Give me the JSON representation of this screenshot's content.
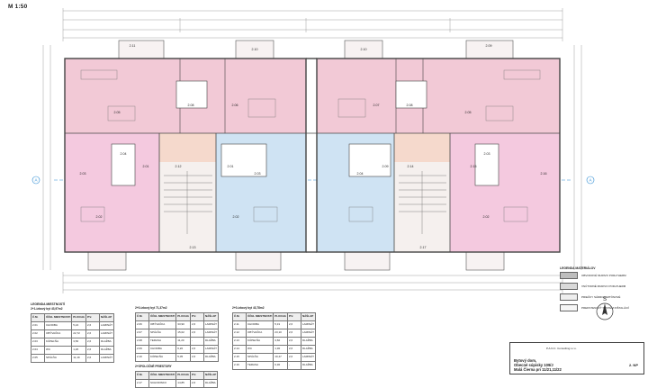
{
  "drawing": {
    "scale_label": "M 1:50",
    "room_tags": {
      "r211": "2.11",
      "r208a": "2.08",
      "r208b": "2.08",
      "r205a": "2.05",
      "r205b": "2.05",
      "r206": "2.06",
      "r207": "2.07",
      "r210a": "2.10",
      "r210b": "2.10",
      "r203a": "2.03",
      "r203b": "2.03",
      "r203c": "2.03",
      "r202a": "2.02",
      "r202b": "2.02",
      "r202c": "2.02",
      "r212": "2.12",
      "r213": "2.13",
      "r201a": "2.01",
      "r201b": "2.01",
      "r209a": "2.09",
      "r209b": "2.09",
      "r204a": "2.04",
      "r204b": "2.04",
      "r214": "2.14",
      "r215": "2.15",
      "r216": "2.16",
      "r217": "2.17"
    },
    "grid_marks": {
      "a_left": "A",
      "a_right": "A"
    },
    "north_label": "S",
    "colors": {
      "pink": "#f2c9d6",
      "blue": "#cfe3f3",
      "peach": "#f5d9cc",
      "wall": "#444444"
    }
  },
  "legend_rooms": {
    "title": "LEGENDA MIESTNOSTÍ",
    "t1": {
      "subtitle": "2+1-izbový byt 43,97m2",
      "head": [
        "Č.M.",
        "ÚČEL MIESTNOSTI",
        "PLOCHA",
        "P.V.",
        "NÁŠLAP"
      ],
      "rows": [
        [
          "2.01",
          "CHODBA",
          "5,24",
          "2,6",
          "LAMINÁT"
        ],
        [
          "2.02",
          "OBÝVAČKA",
          "22,72",
          "2,6",
          "LAMINÁT"
        ],
        [
          "2.03",
          "KÚPEĽŇA",
          "3,56",
          "2,6",
          "DLAŽBA"
        ],
        [
          "2.04",
          "WC",
          "1,26",
          "2,6",
          "DLAŽBA"
        ],
        [
          "2.05",
          "SPÁLŇA",
          "11,19",
          "2,6",
          "LAMINÁT"
        ]
      ]
    },
    "t2": {
      "subtitle": "2+0-izbový byt 71,37m2",
      "head": [
        "Č.M.",
        "ÚČEL MIESTNOSTI",
        "PLOCHA",
        "P.V.",
        "NÁŠLAP"
      ],
      "rows": [
        [
          "2.06",
          "OBÝVAČKA",
          "33,90",
          "2,6",
          "LAMINÁT"
        ],
        [
          "2.07",
          "SPÁLŇA",
          "15,02",
          "2,6",
          "LAMINÁT"
        ],
        [
          "2.08",
          "TERASA",
          "11,20",
          "-",
          "DLAŽBA"
        ],
        [
          "2.09",
          "CHODBA",
          "6,20",
          "2,6",
          "LAMINÁT"
        ],
        [
          "2.10",
          "KÚPEĽŇA",
          "5,05",
          "2,6",
          "DLAŽBA"
        ]
      ]
    },
    "t3": {
      "subtitle": "2+0-izbový byt 43,78m2",
      "head": [
        "Č.M.",
        "ÚČEL MIESTNOSTI",
        "PLOCHA",
        "P.V.",
        "NÁŠLAP"
      ],
      "rows": [
        [
          "2.11",
          "CHODBA",
          "5,31",
          "2,6",
          "LAMINÁT"
        ],
        [
          "2.12",
          "OBÝVAČKA",
          "23,10",
          "2,6",
          "LAMINÁT"
        ],
        [
          "2.13",
          "KÚPEĽŇA",
          "3,60",
          "2,6",
          "DLAŽBA"
        ],
        [
          "2.14",
          "WC",
          "1,30",
          "2,6",
          "DLAŽBA"
        ],
        [
          "2.15",
          "SPÁLŇA",
          "10,47",
          "2,6",
          "LAMINÁT"
        ],
        [
          "2.16",
          "TERASA",
          "6,30",
          "-",
          "DLAŽBA"
        ]
      ]
    },
    "t4": {
      "subtitle": "2+SPOLOČNÉ PRIESTORY",
      "head": [
        "Č.M.",
        "ÚČEL MIESTNOSTI",
        "PLOCHA",
        "P.V.",
        "NÁŠLAP"
      ],
      "rows": [
        [
          "2.17",
          "SCHODISKO",
          "14,85",
          "2,6",
          "DLAŽBA"
        ]
      ]
    }
  },
  "legend_materials": {
    "title": "LEGENDA MATERIÁLOV",
    "items": [
      {
        "label": "OBVODOVÉ MURIVO PORoTHERM",
        "color": "#bdbdbd"
      },
      {
        "label": "VNÚTORNÉ MURIVO PORoTHERM",
        "color": "#d9d9d9"
      },
      {
        "label": "PRIEČKY SÁDROKARTÓNOVÉ",
        "color": "#eeeeee"
      },
      {
        "label": "PREDSTENOVÝ SYSTÉM INŠTALÁCIÍ",
        "color": "#f6f6f6"
      }
    ]
  },
  "title_block": {
    "firm": "P.A.N.C. Consulting s.r.o.",
    "project_line1": "Bytový dom,",
    "project_line2": "Obecné súpisky 109/J",
    "project_line3": "Malá Čierna pri 11/21,11/22",
    "sheet": "2. NP"
  }
}
